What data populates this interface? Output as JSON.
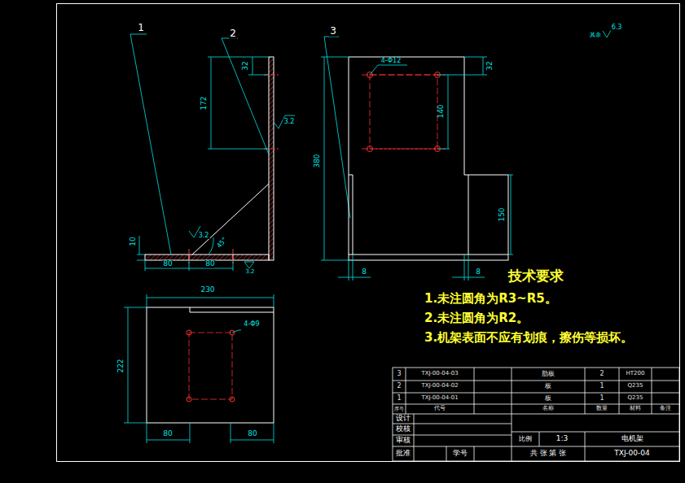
{
  "diagram": {
    "labels": [
      "1",
      "2",
      "3",
      "32",
      "172",
      "3.2",
      "3.2",
      "45°",
      "10",
      "80",
      "80",
      "3.2",
      "其余",
      "6.3",
      "4-Φ12",
      "32",
      "140",
      "380",
      "150",
      "8",
      "8",
      "230",
      "222",
      "4-Φ9",
      "80",
      "80",
      "技术要求",
      "1.未注圆角为R3~R5。",
      "2.未注圆角为R2。",
      "3.机架表面不应有划痕，擦伤等损坏。",
      "3",
      "TXJ-00-04-03",
      "肋板",
      "2",
      "HT200",
      "2",
      "TXJ-00-04-02",
      "板",
      "1",
      "Q235",
      "1",
      "TXJ-00-04-01",
      "板",
      "1",
      "Q235",
      "序号",
      "代号",
      "名称",
      "数量",
      "材料",
      "备注",
      "设计",
      "校核",
      "审核",
      "批准",
      "学号",
      "比例",
      "1:3",
      "电机架",
      "共 张 第 张",
      "TXJ-00-04"
    ]
  }
}
